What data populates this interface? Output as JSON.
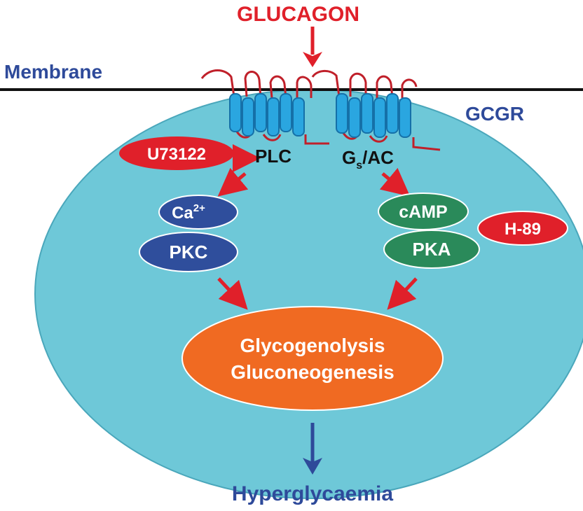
{
  "labels": {
    "ligand": "GLUCAGON",
    "membrane": "Membrane",
    "receptor": "GCGR",
    "plc": "PLC",
    "gs_g": "G",
    "gs_sub": "s",
    "gs_ac": "/AC",
    "inhibitor_plc": "U73122",
    "inhibitor_pka": "H-89",
    "ca_base": "Ca",
    "ca_sup": "2+",
    "pkc": "PKC",
    "camp": "cAMP",
    "pka": "PKA",
    "process_line1": "Glycogenolysis",
    "process_line2": "Gluconeogenesis",
    "outcome": "Hyperglycaemia"
  },
  "colors": {
    "red": "#e0202a",
    "blue_text": "#2e4a9a",
    "cell": "#6ec8d8",
    "cell_stroke": "#4aa7bb",
    "helix": "#2aa6e0",
    "helix_dark": "#1570a8",
    "blue_node": "#2f4e9c",
    "green_node": "#2a8a5a",
    "orange_node": "#f06a22",
    "arrow_blue": "#2e4a9a"
  }
}
